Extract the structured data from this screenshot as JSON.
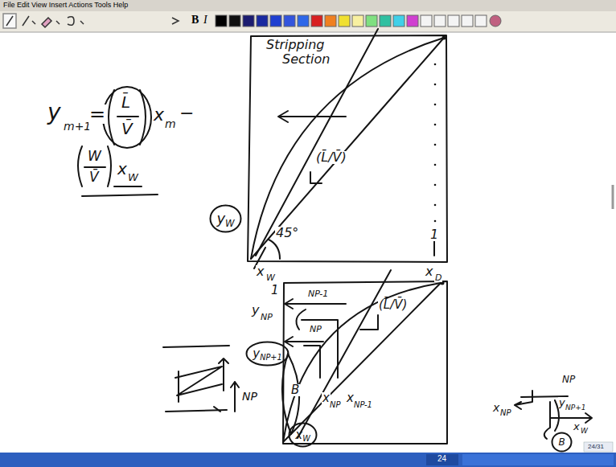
{
  "diagram": {
    "nodes": [
      {
        "text": [
          "y",
          "W"
        ]
      },
      {
        "text": [
          "y",
          "NP+1"
        ]
      },
      {
        "text": [
          "x",
          "W"
        ]
      },
      {
        "text": [
          "B"
        ]
      }
    ],
    "labels": [
      "File Edit View Insert Actions Tools Help",
      "B",
      "I",
      "Stripping",
      "Section",
      "y",
      "m+1",
      "=",
      "L̄",
      "V̄",
      "x",
      "m",
      "−",
      "W",
      "V̄",
      "x",
      "W",
      "(L̄/V̄)",
      "45°",
      "1",
      "x",
      "W",
      "x",
      "D",
      "1",
      "y",
      "NP",
      "NP-1",
      "NP",
      "(L̄/V̄)",
      "B",
      "x",
      "NP",
      "x",
      "NP-1",
      "NP",
      "NP",
      "x",
      "NP",
      "y",
      "NP+1",
      "x",
      "W",
      "24",
      "24/31"
    ]
  }
}
